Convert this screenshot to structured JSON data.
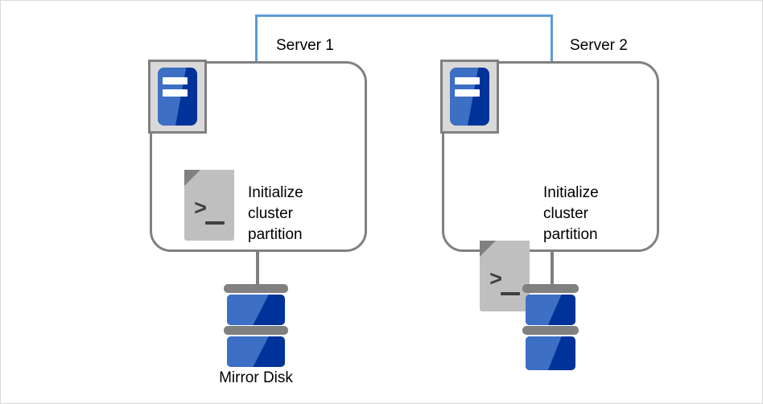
{
  "diagram": {
    "type": "cluster-mirror-disk-initialization",
    "background_color": "#ffffff",
    "border_color": "#d9d9d9",
    "accent_colors": {
      "interconnect_line": "#5b9bd5",
      "box_outline": "#808080",
      "icon_blue_light": "#3d6fc4",
      "icon_blue_dark": "#003399",
      "icon_gray": "#bfbfbf",
      "text": "#000000"
    }
  },
  "interconnect": {
    "name": "interconnect-link",
    "color": "#5b9bd5"
  },
  "servers": [
    {
      "title": "Server 1",
      "server_icon_name": "server-rack-icon",
      "action_icon_name": "script-terminal-icon",
      "action_label": "Initialize\ncluster\npartition",
      "prompt_glyph": ">",
      "disk": {
        "label": "Mirror Disk",
        "icon_name": "mirror-disk-icon"
      }
    },
    {
      "title": "Server 2",
      "server_icon_name": "server-rack-icon",
      "action_icon_name": "script-terminal-icon",
      "action_label": "Initialize\ncluster\npartition",
      "prompt_glyph": ">",
      "disk": {
        "label": "",
        "icon_name": "mirror-disk-icon"
      }
    }
  ]
}
